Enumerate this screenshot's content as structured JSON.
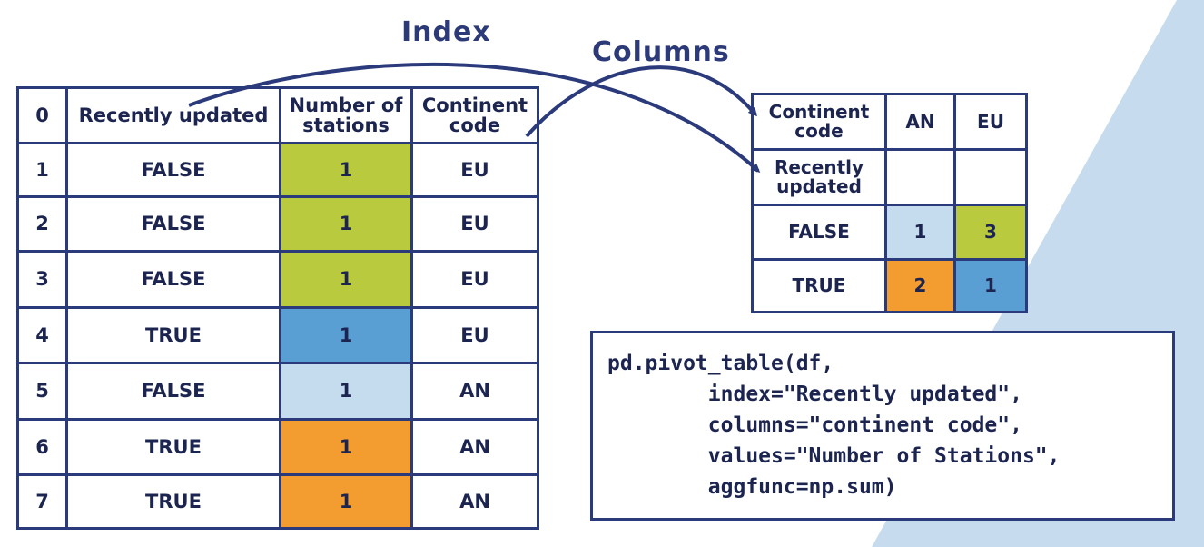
{
  "labels": {
    "index": "Index",
    "columns": "Columns"
  },
  "source_table": {
    "header": [
      "0",
      "Recently updated",
      "Number of stations",
      "Continent code"
    ],
    "rows": [
      [
        "1",
        "FALSE",
        "1",
        "EU"
      ],
      [
        "2",
        "FALSE",
        "1",
        "EU"
      ],
      [
        "3",
        "FALSE",
        "1",
        "EU"
      ],
      [
        "4",
        "TRUE",
        "1",
        "EU"
      ],
      [
        "5",
        "FALSE",
        "1",
        "AN"
      ],
      [
        "6",
        "TRUE",
        "1",
        "AN"
      ],
      [
        "7",
        "TRUE",
        "1",
        "AN"
      ]
    ],
    "highlight_colors": [
      "#b9ca3e",
      "#b9ca3e",
      "#b9ca3e",
      "#5a9fd4",
      "#c5dcef",
      "#f39c2f",
      "#f39c2f"
    ]
  },
  "pivot_table": {
    "columns_label": "Continent code",
    "col_headers": [
      "AN",
      "EU"
    ],
    "index_label": "Recently updated",
    "rows": [
      {
        "label": "FALSE",
        "values": [
          "1",
          "3"
        ]
      },
      {
        "label": "TRUE",
        "values": [
          "2",
          "1"
        ]
      }
    ],
    "cell_colors": [
      [
        "#c5dcef",
        "#b9ca3e"
      ],
      [
        "#f39c2f",
        "#5a9fd4"
      ]
    ]
  },
  "code": [
    "pd.pivot_table(df,",
    "        index=\"Recently updated\",",
    "        columns=\"continent code\",",
    "        values=\"Number of Stations\",",
    "        aggfunc=np.sum)"
  ],
  "colors": {
    "navy": "#2b3a7a",
    "bg_accent": "#c6dcee"
  }
}
